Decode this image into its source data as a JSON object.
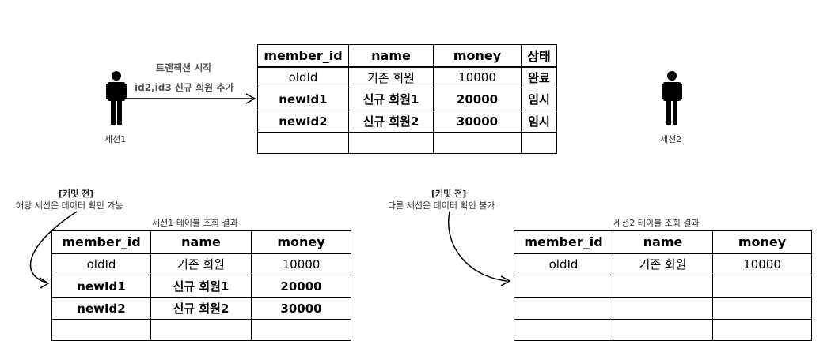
{
  "arrow_label": {
    "line1": "트랜잭션 시작",
    "line2": "id2,id3 신규 회원 추가"
  },
  "session1_label": "세션1",
  "session2_label": "세션2",
  "main_table": {
    "headers": [
      "member_id",
      "name",
      "money",
      "상태"
    ],
    "rows": [
      [
        "oldId",
        "기존 회원",
        "10000",
        "완료"
      ],
      [
        "newId1",
        "신규 회원1",
        "20000",
        "임시"
      ],
      [
        "newId2",
        "신규 회원2",
        "30000",
        "임시"
      ],
      [
        "",
        "",
        "",
        ""
      ]
    ]
  },
  "left_note": {
    "title": "[커밋 전]",
    "text": "해당 세션은 데이터 확인 가능"
  },
  "right_note": {
    "title": "[커밋 전]",
    "text": "다른 세션은 데이터 확인 불가"
  },
  "session1_table": {
    "caption": "세션1 테이블 조회 결과",
    "headers": [
      "member_id",
      "name",
      "money"
    ],
    "rows": [
      [
        "oldId",
        "기존 회원",
        "10000"
      ],
      [
        "newId1",
        "신규 회원1",
        "20000"
      ],
      [
        "newId2",
        "신규 회원2",
        "30000"
      ],
      [
        "",
        "",
        ""
      ]
    ]
  },
  "session2_table": {
    "caption": "세션2 테이블 조회 결과",
    "headers": [
      "member_id",
      "name",
      "money"
    ],
    "rows": [
      [
        "oldId",
        "기존 회원",
        "10000"
      ],
      [
        "",
        "",
        ""
      ],
      [
        "",
        "",
        ""
      ],
      [
        "",
        "",
        ""
      ]
    ]
  }
}
